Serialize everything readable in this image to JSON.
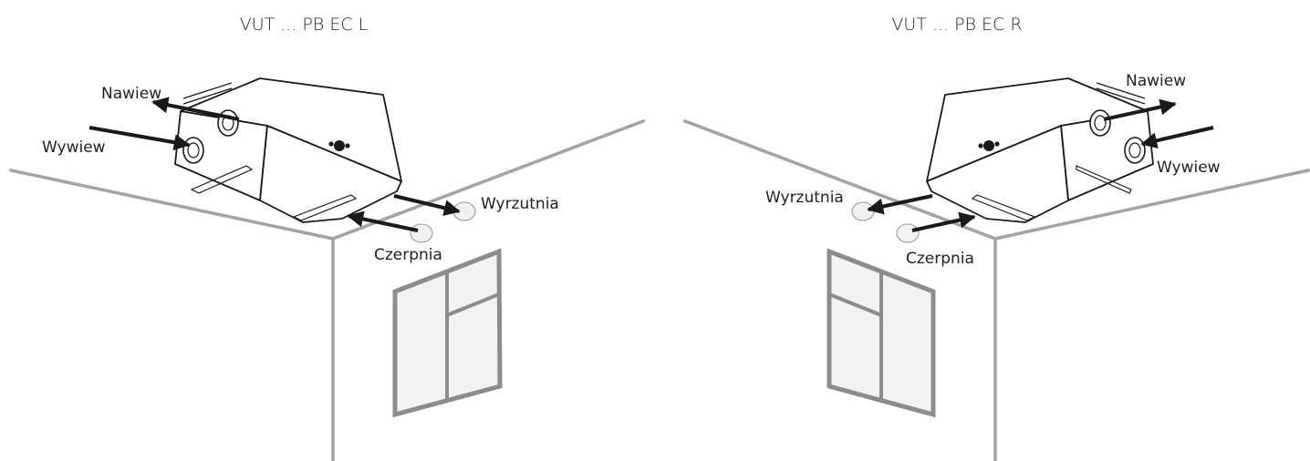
{
  "diagrams": [
    {
      "title": "VUT ... PB EC L",
      "labels": {
        "supply": "Nawiew",
        "extract": "Wywiew",
        "exhaust": "Wyrzutnia",
        "intake": "Czerpnia"
      }
    },
    {
      "title": "VUT ... PB EC R",
      "labels": {
        "supply": "Nawiew",
        "extract": "Wywiew",
        "exhaust": "Wyrzutnia",
        "intake": "Czerpnia"
      }
    }
  ],
  "colors": {
    "wall": "#a3a3a3",
    "window_frame": "#8c8c8c",
    "window_fill": "#f2f2f2",
    "line": "#1a1a1a"
  }
}
